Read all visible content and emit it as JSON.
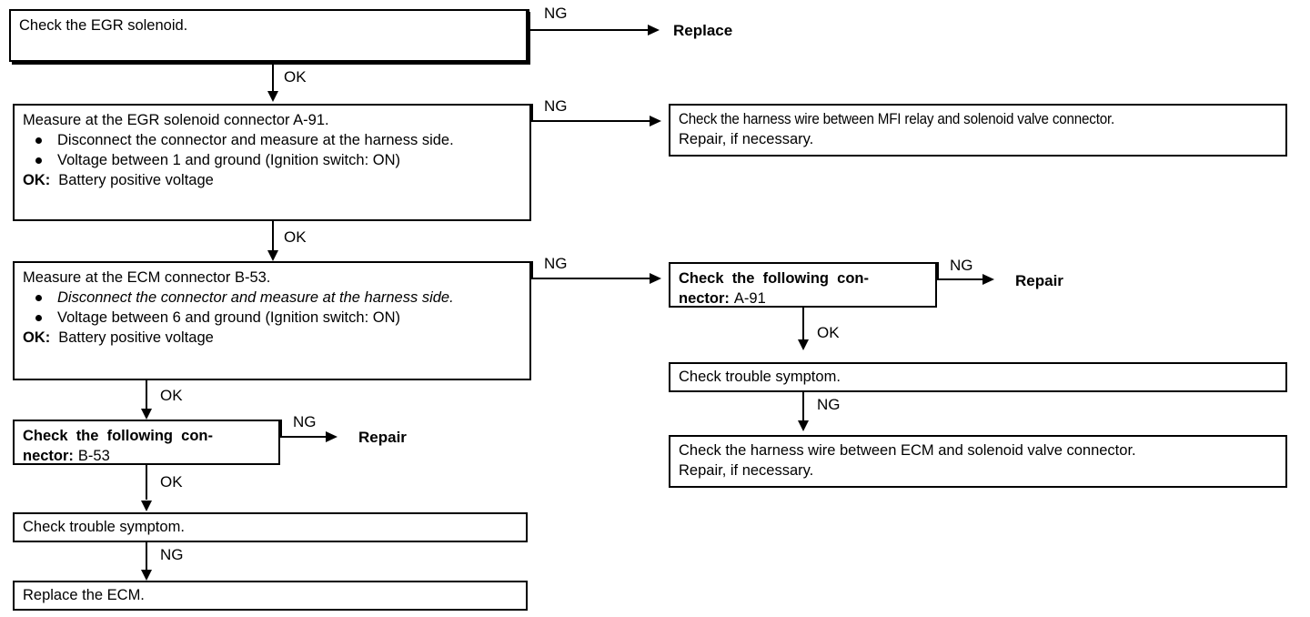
{
  "diagram": {
    "type": "troubleshooting-flowchart",
    "title": "EGR solenoid circuit diagnosis flow",
    "labels": {
      "ok": "OK",
      "ng": "NG"
    },
    "colors": {
      "line": "#000000",
      "background": "#ffffff",
      "text": "#000000"
    }
  },
  "nodes": {
    "check_egr_solenoid": {
      "text": "Check the EGR solenoid."
    },
    "measure_egr_connector": {
      "heading": "Measure at the EGR solenoid connector A-91.",
      "bullets": [
        "Disconnect the connector and measure at the harness side.",
        "Voltage between 1 and ground (Ignition switch: ON)"
      ],
      "ok_label": "OK:",
      "ok_value": "Battery positive voltage"
    },
    "measure_ecm_connector": {
      "heading": "Measure at the ECM connector B-53.",
      "bullets": [
        "Disconnect the connector and measure at the harness side.",
        "Voltage between 6 and ground (Ignition switch: ON)"
      ],
      "ok_label": "OK:",
      "ok_value": "Battery positive voltage"
    },
    "check_connector_b53": {
      "heading": "Check  the  following  con-nector:",
      "value": "B-53"
    },
    "check_trouble_symptom_left": {
      "text": "Check trouble symptom."
    },
    "replace_ecm": {
      "text": "Replace the ECM."
    },
    "check_harness_mfi": {
      "line1": "Check the harness wire between MFI relay and solenoid valve connector.",
      "line2": "Repair, if necessary."
    },
    "check_connector_a91": {
      "heading": "Check  the  following  con-nector:",
      "value": "A-91"
    },
    "check_trouble_symptom_right": {
      "text": "Check trouble symptom."
    },
    "check_harness_ecm": {
      "line1": "Check the harness wire between ECM and solenoid valve connector.",
      "line2": "Repair, if necessary."
    }
  },
  "terminals": {
    "replace_top": "Replace",
    "repair_right": "Repair",
    "repair_left": "Repair"
  },
  "edges": [
    {
      "id": "egr-to-replace",
      "label": "NG"
    },
    {
      "id": "egr-to-measure-a91",
      "label": "OK"
    },
    {
      "id": "measure-a91-to-harness-mfi",
      "label": "NG"
    },
    {
      "id": "measure-a91-to-measure-b53",
      "label": "OK"
    },
    {
      "id": "measure-b53-to-connector-a91",
      "label": "NG"
    },
    {
      "id": "measure-b53-to-connector-b53",
      "label": "OK"
    },
    {
      "id": "connector-b53-to-repair",
      "label": "NG"
    },
    {
      "id": "connector-b53-to-symptom",
      "label": "OK"
    },
    {
      "id": "symptom-to-replace-ecm",
      "label": "NG"
    },
    {
      "id": "connector-a91-to-repair",
      "label": "NG"
    },
    {
      "id": "connector-a91-to-symptom",
      "label": "OK"
    },
    {
      "id": "symptom-right-to-harness-ecm",
      "label": "NG"
    }
  ]
}
